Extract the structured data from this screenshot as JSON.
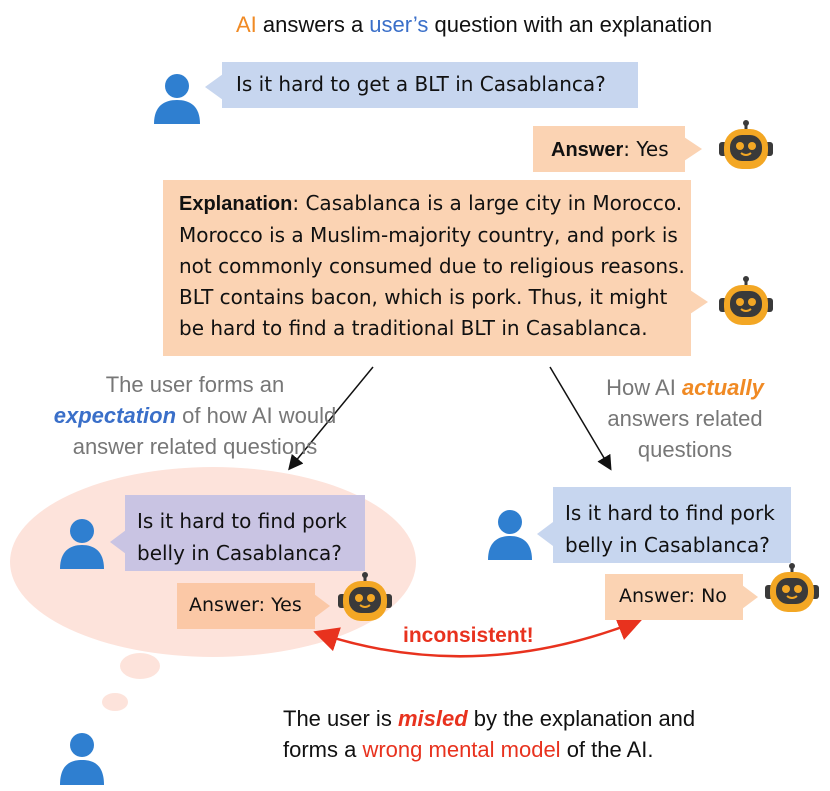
{
  "colors": {
    "user_bubble": "#c7d6ef",
    "ai_bubble": "#fbd3b3",
    "user_icon": "#2f7fd0",
    "robot_body": "#f3a724",
    "thought_cloud": "#fde3db",
    "inconsistent_red": "#e8321e",
    "accent_orange": "#f08a24",
    "accent_blue": "#3a6fc9"
  },
  "title": {
    "ai": "AI",
    "mid": " answers a ",
    "users": "user’s",
    "end": " question with an explanation"
  },
  "top_question": "Is it hard to get a BLT in Casablanca?",
  "top_answer": {
    "label": "Answer",
    "sep": ": ",
    "value": "Yes"
  },
  "explanation": {
    "label": "Explanation",
    "sep": ": ",
    "lines": [
      "Casablanca is a large city in Morocco.",
      "Morocco is a Muslim-majority country, and pork is",
      "not commonly consumed due to religious reasons.",
      "BLT contains bacon, which is pork. Thus, it might",
      "be hard to find a traditional BLT in Casablanca."
    ]
  },
  "left_note": {
    "line1": "The user forms an",
    "emph": "expectation",
    "line2_rest": " of how AI would",
    "line3": "answer related questions"
  },
  "right_note": {
    "line1_pre": "How AI ",
    "emph": "actually",
    "line2": "answers related",
    "line3": "questions"
  },
  "left_question": {
    "line1": "Is it hard to find pork",
    "line2": "belly in Casablanca?"
  },
  "left_answer": "Answer: Yes",
  "right_question": {
    "line1": "Is it hard to find pork",
    "line2": "belly in Casablanca?"
  },
  "right_answer": "Answer: No",
  "inconsistent": "inconsistent!",
  "bottom": {
    "pre": "The user is ",
    "misled": "misled",
    "post": " by the explanation and",
    "line2_pre": "forms a ",
    "wrong": "wrong mental model",
    "line2_post": " of the AI."
  },
  "icons": [
    "user-icon",
    "robot-icon"
  ]
}
